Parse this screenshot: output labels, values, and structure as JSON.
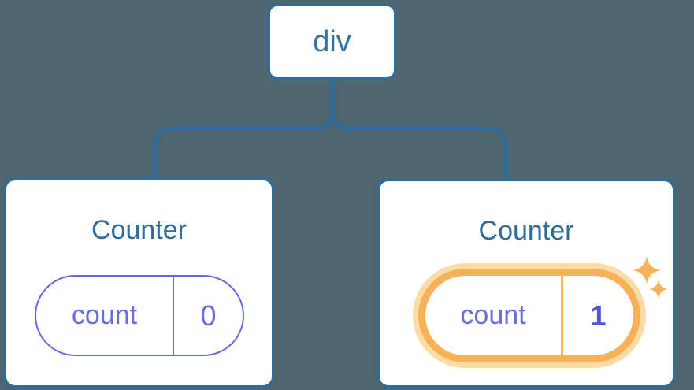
{
  "colors": {
    "background": "#4D666F",
    "line": "#2B6DA1",
    "card-bg": "#FFFFFF",
    "node-text": "#3173A3",
    "title": "#2D6C9B",
    "state-border": "#646BD8",
    "state-text": "#6A6EDC",
    "state-value": "#5157D0",
    "highlight": "#F6B159",
    "highlight-halo": "#FBDCA6"
  },
  "tree": {
    "root": {
      "label": "div"
    },
    "children": [
      {
        "title": "Counter",
        "state": {
          "key": "count",
          "value": "0"
        },
        "highlighted": false
      },
      {
        "title": "Counter",
        "state": {
          "key": "count",
          "value": "1"
        },
        "highlighted": true
      }
    ]
  },
  "icons": {
    "sparkle_large": "sparkle-icon",
    "sparkle_small": "sparkle-icon"
  }
}
